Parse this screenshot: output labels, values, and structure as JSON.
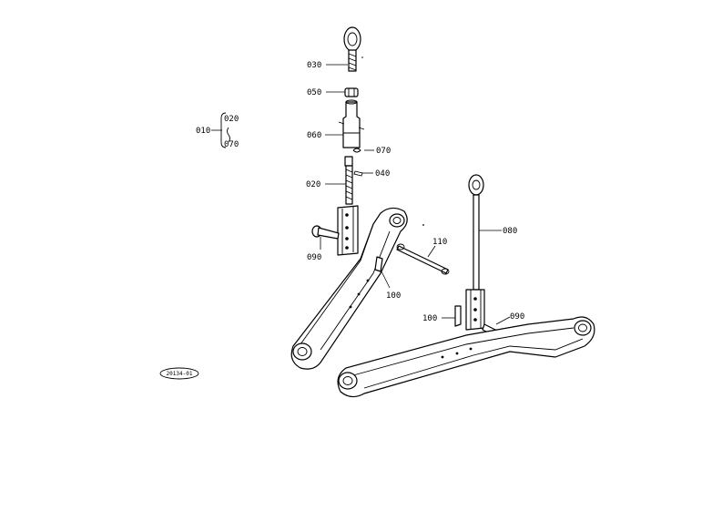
{
  "labels": {
    "p010": "010",
    "p020_group": "020",
    "p070_group": "070",
    "p030": "030",
    "p050": "050",
    "p060": "060",
    "p070": "070",
    "p040": "040",
    "p020": "020",
    "p090_left": "090",
    "p100_left": "100",
    "p110": "110",
    "p080": "080",
    "p090_right": "090",
    "p100_right": "100"
  },
  "reference_code": "20134-01"
}
